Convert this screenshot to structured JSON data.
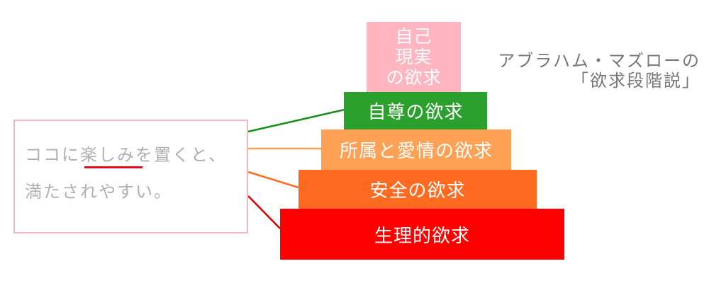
{
  "title": {
    "line1": "アブラハム・マズローの",
    "line2": "「欲求段階説」"
  },
  "pyramid": {
    "levels": [
      {
        "label": "自己\n現実\nの欲求",
        "color": "#ffb6c1"
      },
      {
        "label": "自尊の欲求",
        "color": "#2ca02c"
      },
      {
        "label": "所属と愛情の欲求",
        "color": "#ffa155"
      },
      {
        "label": "安全の欲求",
        "color": "#ff6a21"
      },
      {
        "label": "生理的欲求",
        "color": "#ff0000"
      }
    ]
  },
  "note": {
    "line1": "ココに楽しみを置くと、",
    "line2": "満たされやすい。",
    "highlight": "楽しみ",
    "border_color": "#f7b6c4",
    "underline_color": "#e0101a"
  },
  "connectors": [
    {
      "to": "自尊の欲求",
      "color": "#1a8f1a"
    },
    {
      "to": "所属と愛情の欲求",
      "color": "#ffa155"
    },
    {
      "to": "安全の欲求",
      "color": "#ff6a21"
    },
    {
      "to": "生理的欲求",
      "color": "#e00000"
    }
  ]
}
